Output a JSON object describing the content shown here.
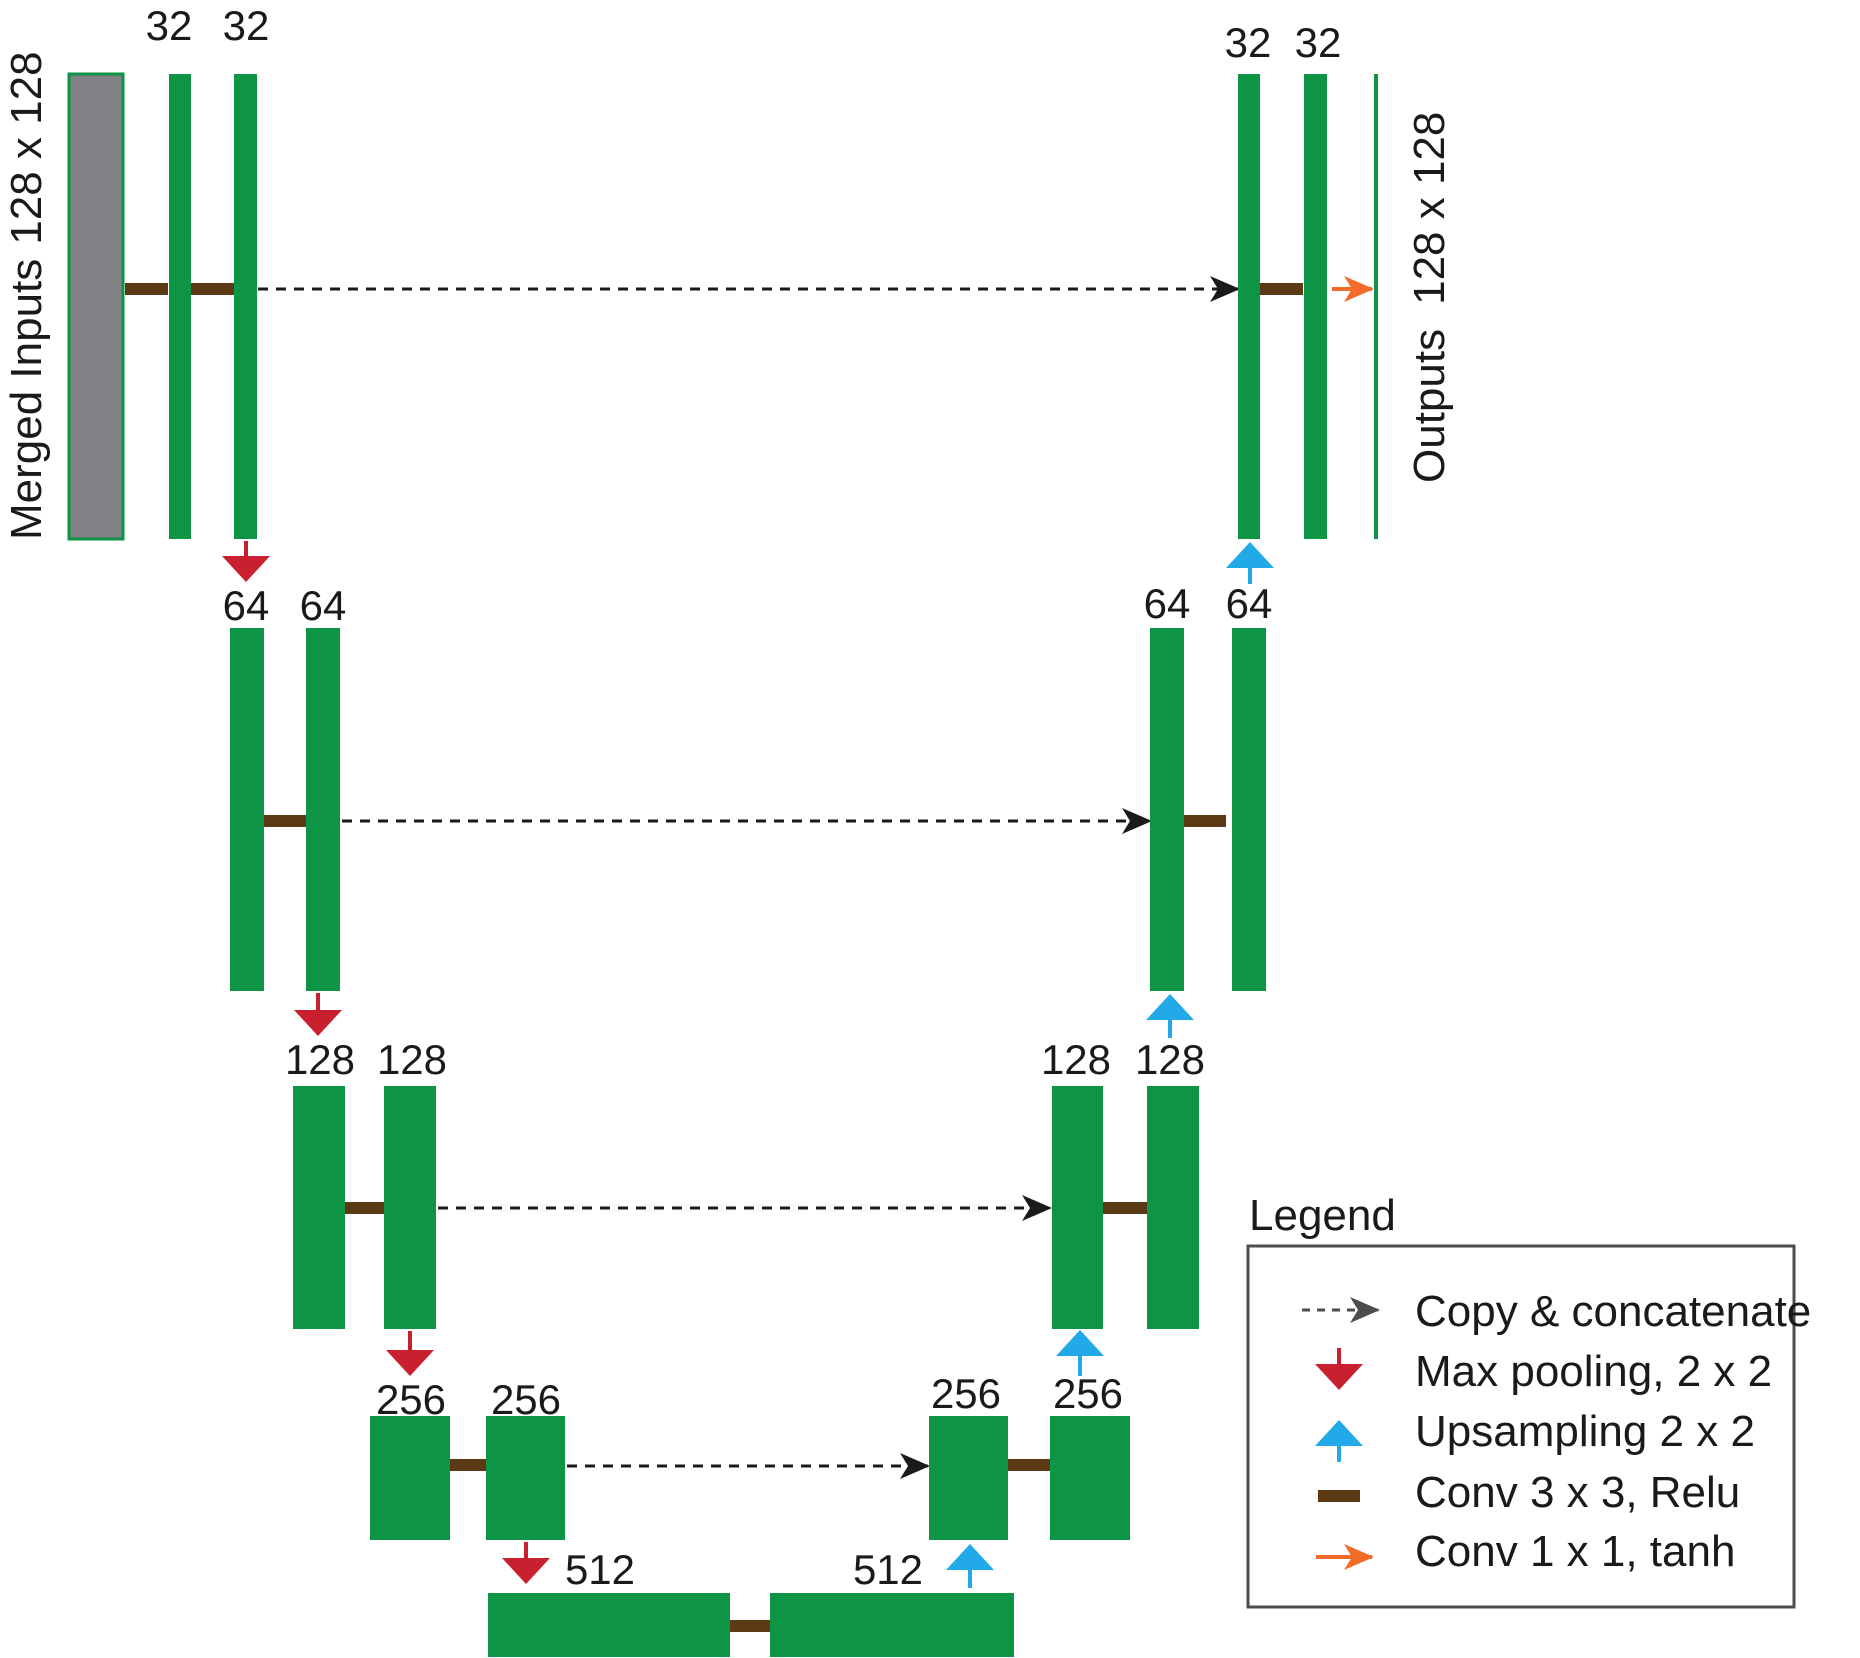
{
  "labels": {
    "input": "Merged Inputs",
    "input_size": "128 x 128",
    "output": "Outputs",
    "output_size": "128 x 128"
  },
  "channels": {
    "enc1": [
      "32",
      "32"
    ],
    "enc2": [
      "64",
      "64"
    ],
    "enc3": [
      "128",
      "128"
    ],
    "enc4": [
      "256",
      "256"
    ],
    "bottleneck": [
      "512",
      "512"
    ],
    "dec4": [
      "256",
      "256"
    ],
    "dec3": [
      "128",
      "128"
    ],
    "dec2": [
      "64",
      "64"
    ],
    "dec1": [
      "32",
      "32"
    ]
  },
  "legend": {
    "title": "Legend",
    "items": [
      {
        "label": "Copy & concatenate",
        "icon": "dashed-arrow-icon"
      },
      {
        "label": "Max pooling, 2 x 2",
        "icon": "red-down-arrow-icon"
      },
      {
        "label": "Upsampling 2 x 2",
        "icon": "blue-up-arrow-icon"
      },
      {
        "label": "Conv 3 x 3, Relu",
        "icon": "brown-bar-icon"
      },
      {
        "label": "Conv 1 x 1, tanh",
        "icon": "orange-arrow-icon"
      }
    ]
  },
  "colors": {
    "feature_map": "#0e9445",
    "input_block": "#808285",
    "conv": "#5c3a16",
    "pool": "#c8202f",
    "upsample": "#21a9e8",
    "tanh": "#f26b28",
    "copy": "#1a1a1a"
  }
}
